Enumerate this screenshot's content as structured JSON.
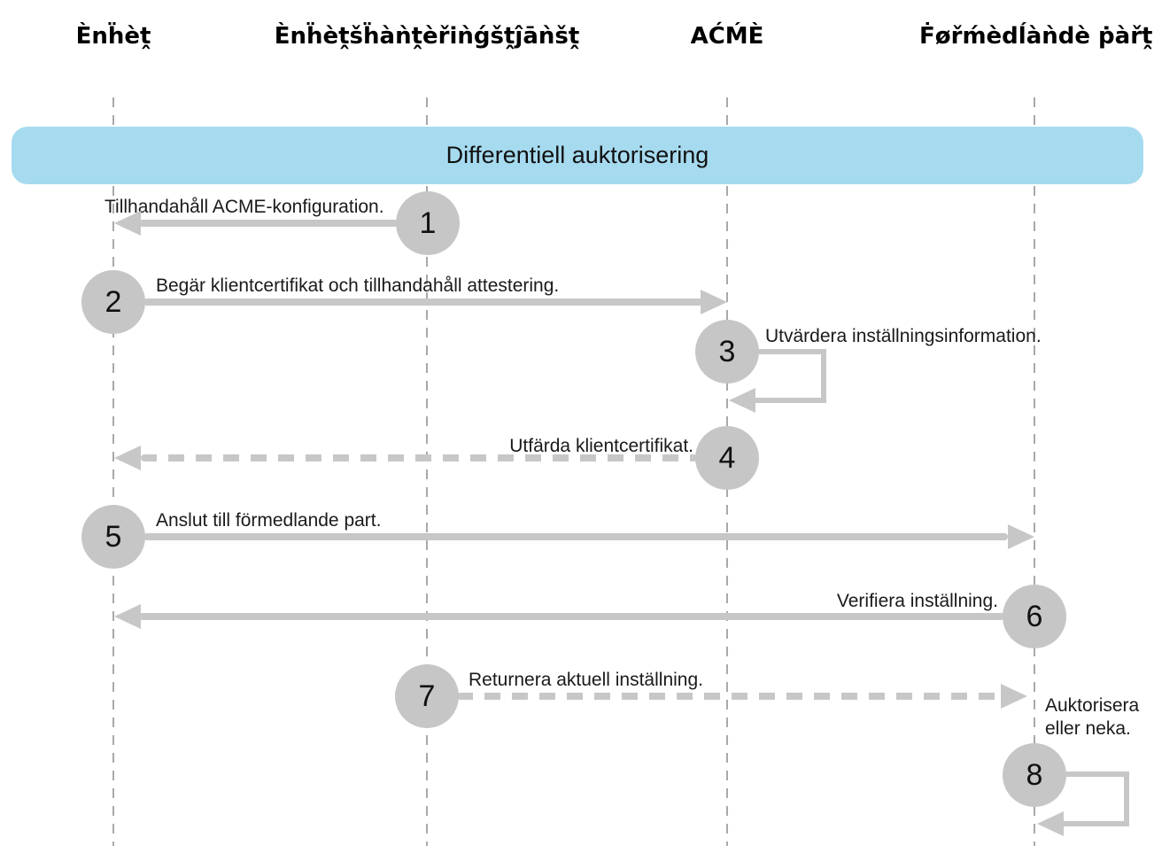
{
  "diagram": {
    "title": "Differentiell auktorisering",
    "actors": [
      {
        "id": "enhet",
        "label": "Ènḧèṱ"
      },
      {
        "id": "enhetshanteringstjanst",
        "label": "Ènḧèṱšḧàǹṱèřiǹǵšṱĵāǹšṱ"
      },
      {
        "id": "acme",
        "label": "AĆḾÈ"
      },
      {
        "id": "formedlande-part",
        "label": "Ḟøřḿèdĺàǹdè ṗàřṱ"
      }
    ],
    "steps": [
      {
        "number": "1",
        "label": "Tillhandahåll ACME-konfiguration.",
        "from": "enhetshanteringstjanst",
        "to": "enhet",
        "line": "solid",
        "direction": "left"
      },
      {
        "number": "2",
        "label": "Begär klientcertifikat och tillhandahåll attestering.",
        "from": "enhet",
        "to": "acme",
        "line": "solid",
        "direction": "right"
      },
      {
        "number": "3",
        "label": "Utvärdera inställningsinformation.",
        "from": "acme",
        "to": "acme",
        "line": "self-loop"
      },
      {
        "number": "4",
        "label": "Utfärda klientcertifikat.",
        "from": "acme",
        "to": "enhet",
        "line": "dashed",
        "direction": "left"
      },
      {
        "number": "5",
        "label": "Anslut till förmedlande part.",
        "from": "enhet",
        "to": "formedlande-part",
        "line": "solid",
        "direction": "right"
      },
      {
        "number": "6",
        "label": "Verifiera inställning.",
        "from": "formedlande-part",
        "to": "enhet",
        "line": "solid",
        "direction": "left"
      },
      {
        "number": "7",
        "label": "Returnera aktuell inställning.",
        "from": "enhetshanteringstjanst",
        "to": "formedlande-part",
        "line": "dashed",
        "direction": "right"
      },
      {
        "number": "8",
        "label": "Auktorisera eller neka.",
        "from": "formedlande-part",
        "to": "formedlande-part",
        "line": "self-loop"
      }
    ],
    "colors": {
      "banner_bg": "#A6DAEF",
      "arrow_gray": "#C7C7C7",
      "circle_gray": "#C6C6C6",
      "lifeline_gray": "#A9A9A9",
      "text": "#1A1A1A"
    }
  }
}
